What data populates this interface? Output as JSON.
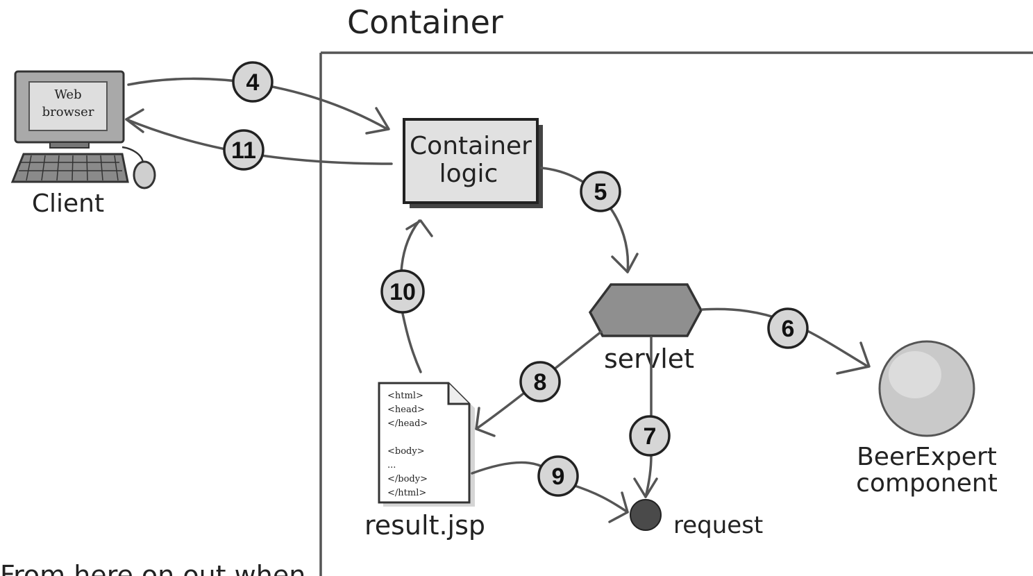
{
  "container": {
    "title": "Container"
  },
  "client": {
    "label": "Client",
    "screen_line1": "Web",
    "screen_line2": "browser"
  },
  "container_logic": {
    "line1": "Container",
    "line2": "logic"
  },
  "servlet": {
    "label": "servlet"
  },
  "beer_expert": {
    "line1": "BeerExpert",
    "line2": "component"
  },
  "request": {
    "label": "request"
  },
  "jsp": {
    "filename": "result.jsp",
    "code_lines": [
      "<html>",
      "<head>",
      "</head>",
      "",
      "<body>",
      "...",
      "</body>",
      "</html>"
    ]
  },
  "steps": [
    "4",
    "5",
    "6",
    "7",
    "8",
    "9",
    "10",
    "11"
  ],
  "footer_note": "From here on out when"
}
